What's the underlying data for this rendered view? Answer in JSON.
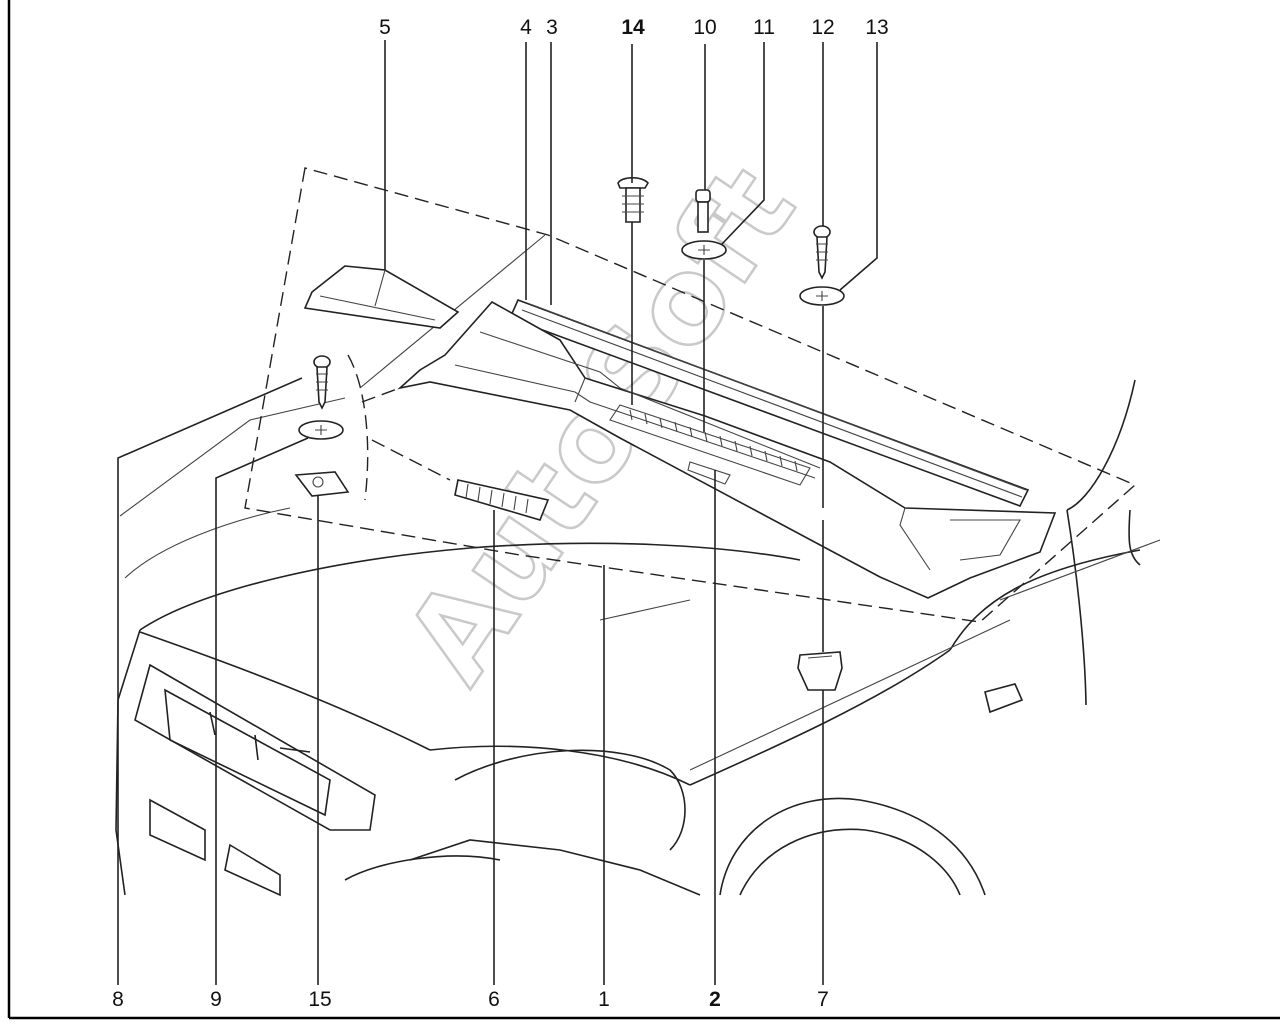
{
  "diagram": {
    "watermark": "AutoSoft",
    "callouts": [
      {
        "num": "5"
      },
      {
        "num": "4"
      },
      {
        "num": "3"
      },
      {
        "num": "14"
      },
      {
        "num": "10"
      },
      {
        "num": "11"
      },
      {
        "num": "12"
      },
      {
        "num": "13"
      },
      {
        "num": "8"
      },
      {
        "num": "9"
      },
      {
        "num": "15"
      },
      {
        "num": "6"
      },
      {
        "num": "1"
      },
      {
        "num": "2"
      },
      {
        "num": "7"
      }
    ]
  }
}
